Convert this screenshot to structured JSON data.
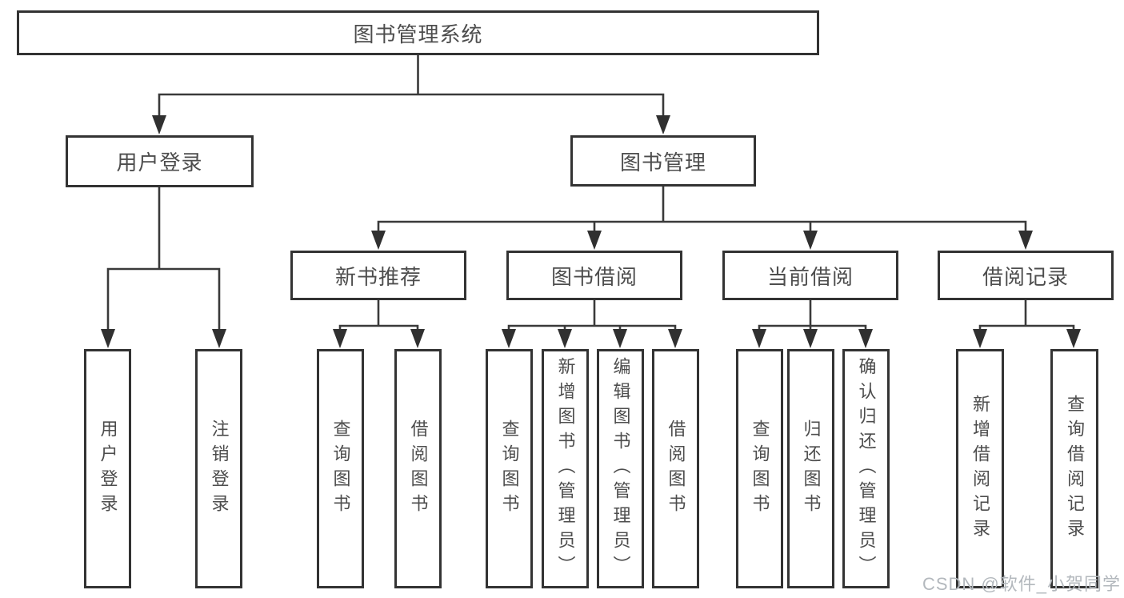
{
  "diagram": {
    "root": {
      "label": "图书管理系统"
    },
    "level2": [
      {
        "label": "用户登录"
      },
      {
        "label": "图书管理"
      }
    ],
    "level3": [
      {
        "label": "新书推荐"
      },
      {
        "label": "图书借阅"
      },
      {
        "label": "当前借阅"
      },
      {
        "label": "借阅记录"
      }
    ],
    "groups": [
      {
        "parent": "用户登录",
        "leaves": [
          "用户登录",
          "注销登录"
        ]
      },
      {
        "parent": "新书推荐",
        "leaves": [
          "查询图书",
          "借阅图书"
        ]
      },
      {
        "parent": "图书借阅",
        "leaves": [
          "查询图书",
          "新增图书（管理员）",
          "编辑图书（管理员）",
          "借阅图书"
        ]
      },
      {
        "parent": "当前借阅",
        "leaves": [
          "查询图书",
          "归还图书",
          "确认归还（管理员）"
        ]
      },
      {
        "parent": "借阅记录",
        "leaves": [
          "新增借阅记录",
          "查询借阅记录"
        ]
      }
    ]
  },
  "watermark": {
    "text": "CSDN @软件_小贺同学"
  },
  "colors": {
    "box_border": "#333333",
    "line": "#3a3a3a",
    "text": "#4d4d4d",
    "watermark": "#b3b8bd",
    "background": "#ffffff"
  }
}
